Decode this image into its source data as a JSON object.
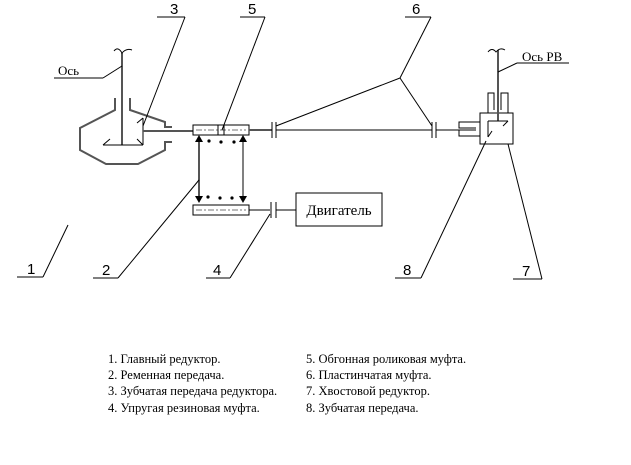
{
  "diagram": {
    "axis_labels": {
      "main_rotor_axis": "Ось",
      "tail_rotor_axis": "Ось РВ"
    },
    "engine_label": "Двигатель",
    "callouts": [
      "1",
      "2",
      "3",
      "4",
      "5",
      "6",
      "7",
      "8"
    ]
  },
  "legend": {
    "left_column": [
      "1. Главный редуктор.",
      "2. Ременная передача.",
      "3. Зубчатая передача редуктора.",
      "4. Упругая резиновая муфта."
    ],
    "right_column": [
      "5. Обгонная роликовая муфта.",
      "6. Пластинчатая муфта.",
      "7. Хвостовой редуктор.",
      "8. Зубчатая передача."
    ]
  }
}
